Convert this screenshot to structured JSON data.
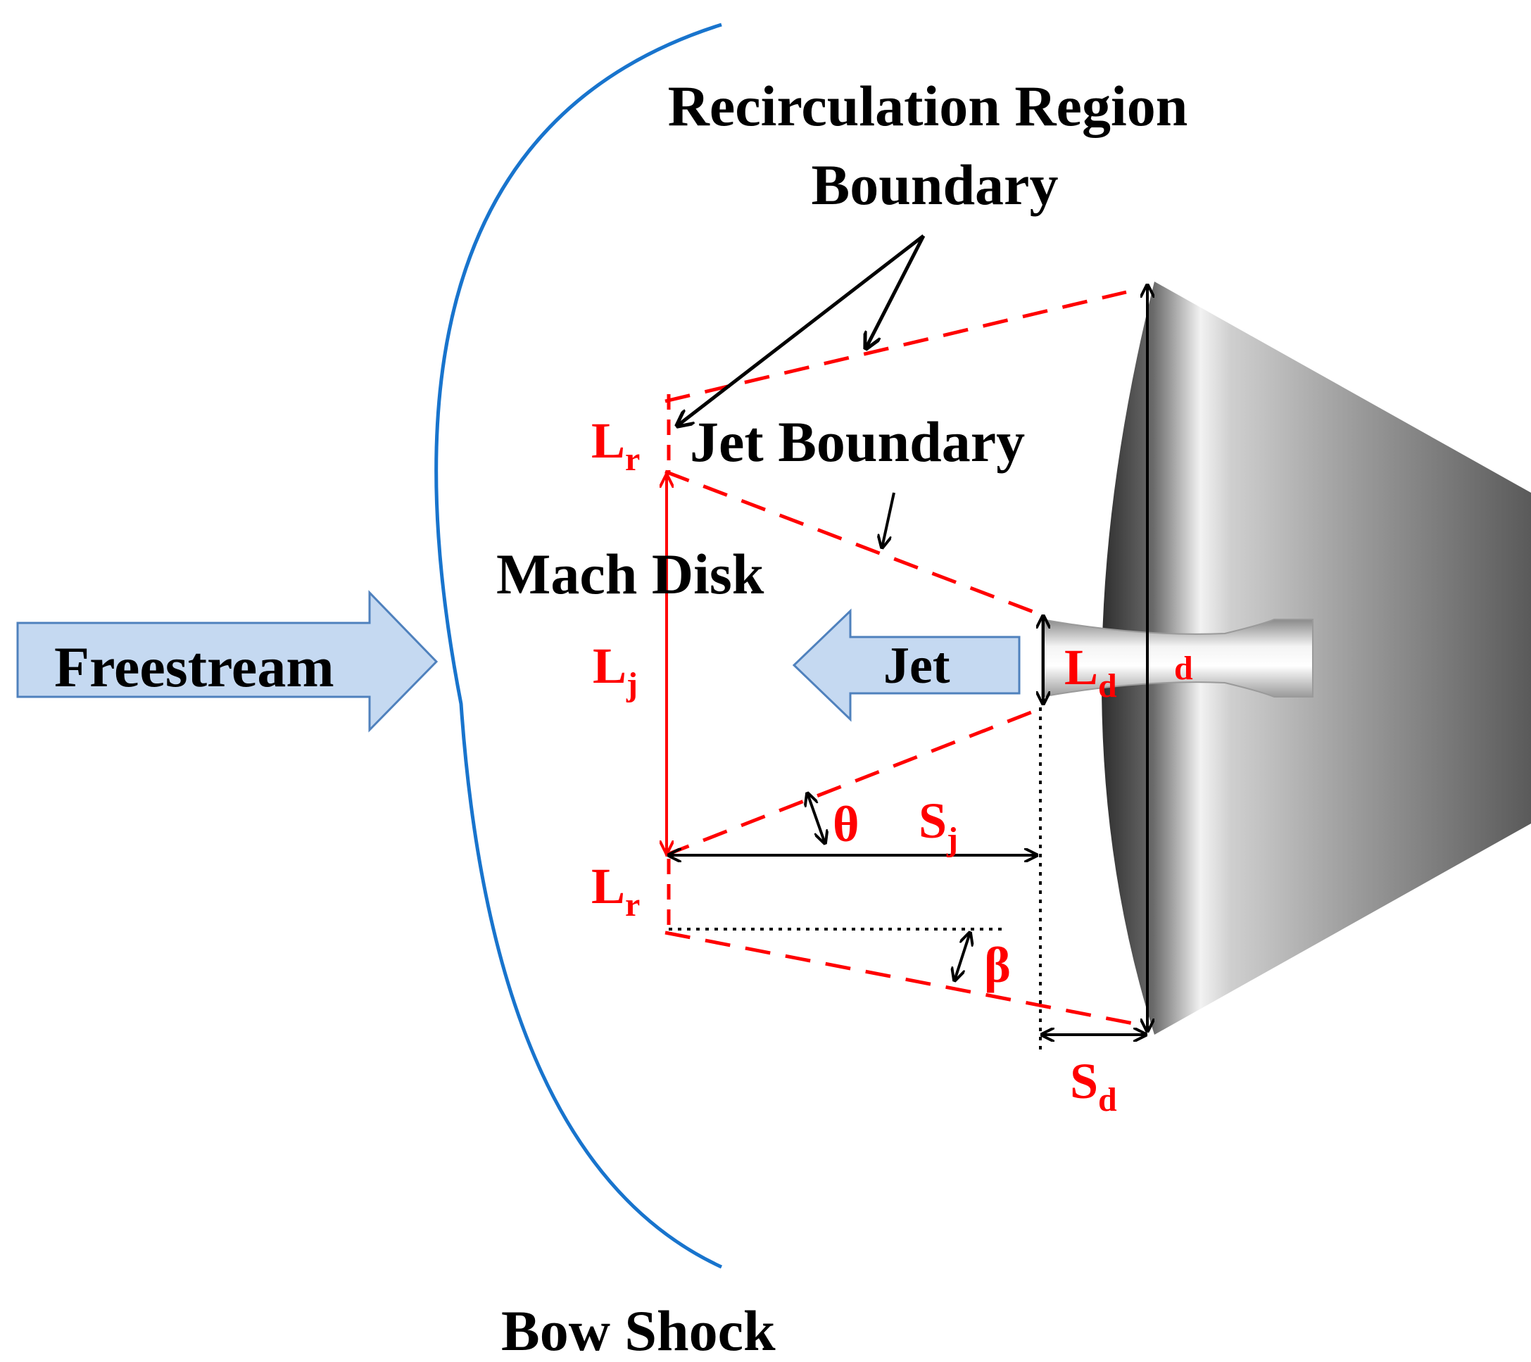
{
  "labels": {
    "recirculation_line1": "Recirculation Region",
    "recirculation_line2": "Boundary",
    "jet_boundary": "Jet Boundary",
    "mach_disk": "Mach Disk",
    "freestream": "Freestream",
    "jet": "Jet",
    "bow_shock": "Bow Shock"
  },
  "symbols": {
    "Lr_top": {
      "main": "L",
      "sub": "r"
    },
    "Lj": {
      "main": "L",
      "sub": "j"
    },
    "Lr_bottom": {
      "main": "L",
      "sub": "r"
    },
    "Ld": {
      "main": "L",
      "sub": "d"
    },
    "d": "d",
    "theta": "θ",
    "Sj": {
      "main": "S",
      "sub": "j"
    },
    "beta": "β",
    "Sd": {
      "main": "S",
      "sub": "d"
    }
  },
  "colors": {
    "bow_shock": "#1874cd",
    "dimension_red": "#ff0000",
    "arrow_fill": "#c5d9f1",
    "arrow_stroke": "#4f81bd",
    "annotation": "#000000"
  }
}
